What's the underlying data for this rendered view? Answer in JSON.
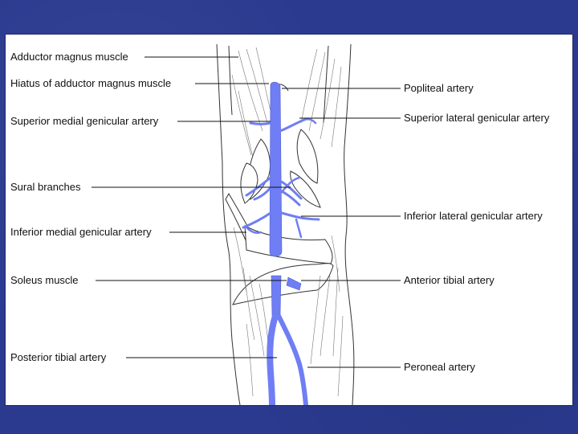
{
  "labels": {
    "adductor_magnus_muscle": "Adductor magnus muscle",
    "hiatus_adductor_magnus": "Hiatus of adductor magnus muscle",
    "superior_medial_genicular": "Superior medial genicular artery",
    "sural_branches": "Sural branches",
    "inferior_medial_genicular": "Inferior medial genicular artery",
    "soleus_muscle": "Soleus muscle",
    "posterior_tibial_artery": "Posterior tibial artery",
    "popliteal_artery": "Popliteal artery",
    "superior_lateral_genicular": "Superior lateral genicular artery",
    "inferior_lateral_genicular": "Inferior lateral genicular artery",
    "anterior_tibial_artery": "Anterior tibial artery",
    "peroneal_artery": "Peroneal artery"
  },
  "colors": {
    "background": "#2b3a8f",
    "panel": "#ffffff",
    "artery": "#6f7ef4",
    "text": "#111111"
  }
}
